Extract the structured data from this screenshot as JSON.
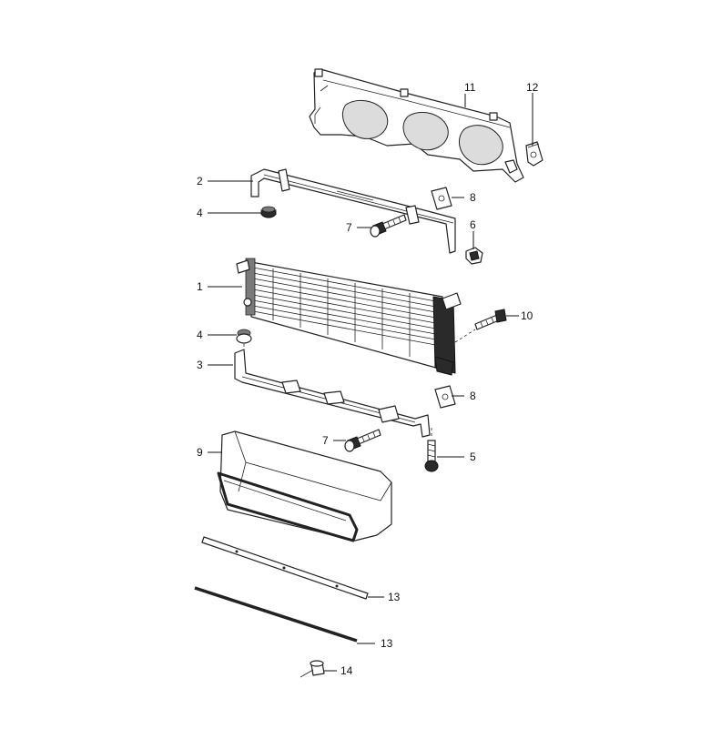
{
  "diagram": {
    "callouts": {
      "c1": "1",
      "c2": "2",
      "c3": "3",
      "c4a": "4",
      "c4b": "4",
      "c5": "5",
      "c6": "6",
      "c7a": "7",
      "c7b": "7",
      "c8a": "8",
      "c8b": "8",
      "c9": "9",
      "c10": "10",
      "c11": "11",
      "c12": "12",
      "c13a": "13",
      "c13b": "13",
      "c14": "14"
    }
  },
  "colors": {
    "line": "#222222",
    "radiator_core": "#6e6e6e",
    "radiator_tank": "#2a2a2a"
  }
}
